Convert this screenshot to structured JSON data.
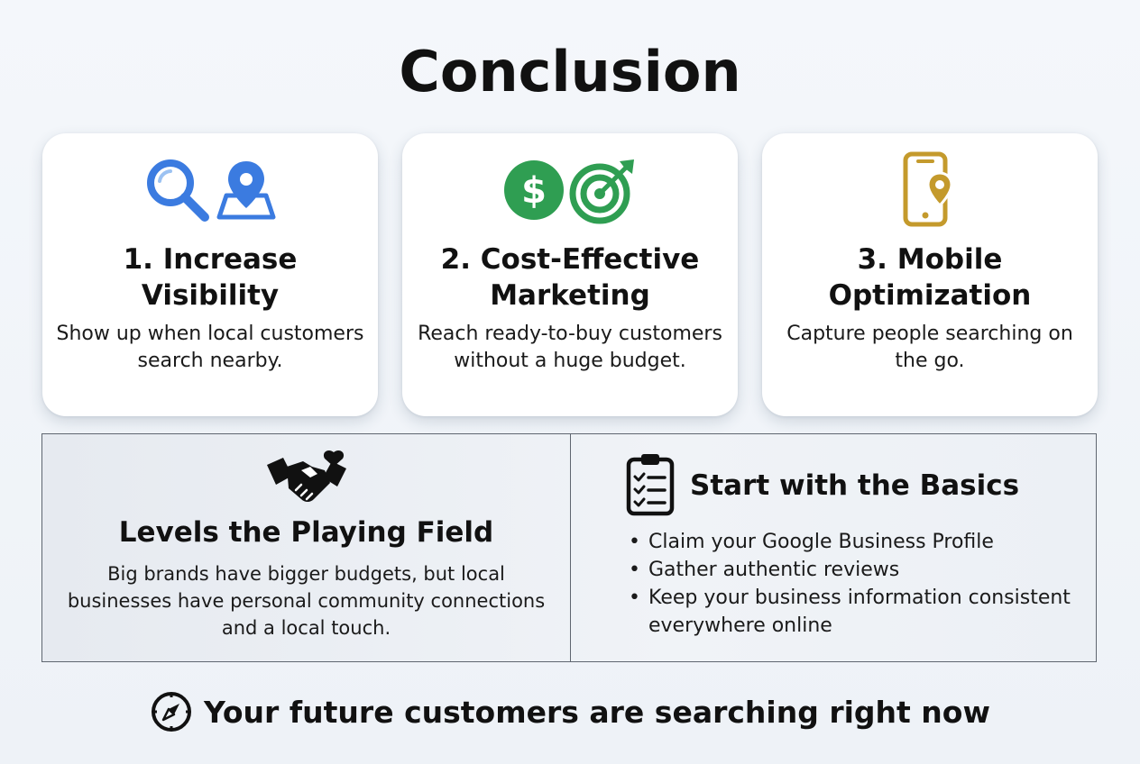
{
  "title": "Conclusion",
  "colors": {
    "blue": "#3b7be0",
    "green": "#2f9e52",
    "gold": "#c49a2c",
    "text": "#111111"
  },
  "cards": [
    {
      "title": "1. Increase Visibility",
      "description": "Show up when local customers search nearby.",
      "icons": [
        "magnifying-glass-icon",
        "map-pin-icon"
      ]
    },
    {
      "title": "2. Cost-Effective Marketing",
      "description": "Reach ready-to-buy customers without a huge budget.",
      "icons": [
        "dollar-coin-icon",
        "target-arrow-icon"
      ]
    },
    {
      "title": "3. Mobile Optimization",
      "description": "Capture people searching on the go.",
      "icons": [
        "smartphone-pin-icon"
      ]
    }
  ],
  "levels": {
    "title": "Levels the Playing Field",
    "description": "Big brands have bigger budgets, but local businesses have personal community connections and a local touch.",
    "icon": "handshake-heart-icon"
  },
  "basics": {
    "title": "Start with the Basics",
    "icon": "clipboard-checklist-icon",
    "items": [
      "Claim your Google Business Profile",
      "Gather authentic reviews",
      "Keep your business information consistent everywhere online"
    ]
  },
  "footer": {
    "text": "Your future customers are searching right now",
    "icon": "compass-icon"
  }
}
